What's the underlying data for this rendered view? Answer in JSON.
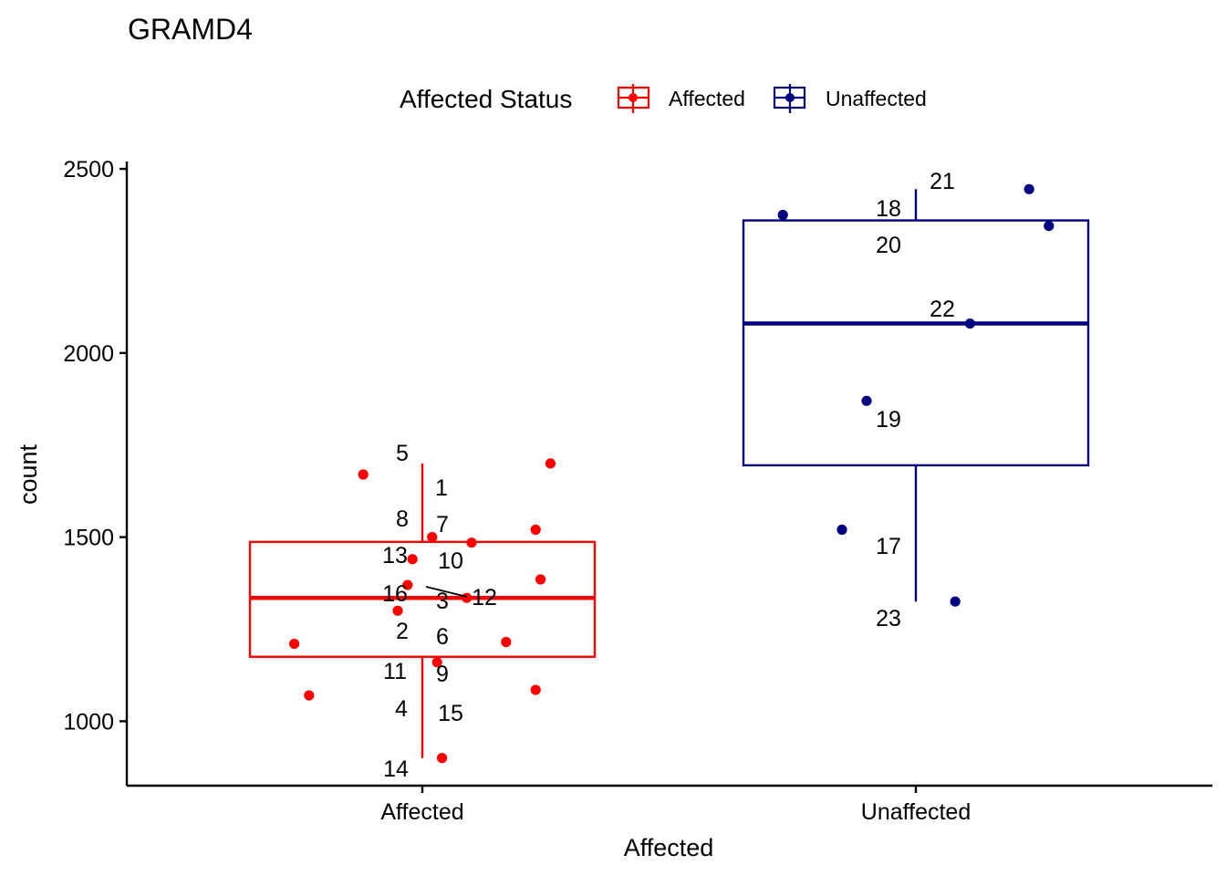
{
  "chart_data": {
    "type": "box",
    "title": "GRAMD4",
    "xlabel": "Affected",
    "ylabel": "count",
    "ylim": [
      825,
      2520
    ],
    "yticks": [
      1000,
      1500,
      2000,
      2500
    ],
    "grid": false,
    "legend": {
      "title": "Affected Status",
      "position": "top",
      "entries": [
        {
          "name": "Affected",
          "color": "#FF0000"
        },
        {
          "name": "Unaffected",
          "color": "#000080"
        }
      ]
    },
    "categories": [
      "Affected",
      "Unaffected"
    ],
    "boxes": [
      {
        "category": "Affected",
        "color": "#FF0000",
        "whisker_low": 900,
        "q1": 1175,
        "median": 1335,
        "q3": 1487,
        "whisker_high": 1700
      },
      {
        "category": "Unaffected",
        "color": "#000080",
        "whisker_low": 1325,
        "q1": 1695,
        "median": 2080,
        "q3": 2360,
        "whisker_high": 2445
      }
    ],
    "points": [
      {
        "label": "1",
        "category": "Affected",
        "y": 1700,
        "jitter": 0.26
      },
      {
        "label": "2",
        "category": "Affected",
        "y": 1300,
        "jitter": -0.05
      },
      {
        "label": "3",
        "category": "Affected",
        "y": 1335,
        "jitter": 0.09
      },
      {
        "label": "4",
        "category": "Affected",
        "y": 1070,
        "jitter": -0.23
      },
      {
        "label": "5",
        "category": "Affected",
        "y": 1670,
        "jitter": -0.12
      },
      {
        "label": "6",
        "category": "Affected",
        "y": 1215,
        "jitter": 0.17
      },
      {
        "label": "7",
        "category": "Affected",
        "y": 1485,
        "jitter": 0.1
      },
      {
        "label": "8",
        "category": "Affected",
        "y": 1500,
        "jitter": 0.02
      },
      {
        "label": "9",
        "category": "Affected",
        "y": 1160,
        "jitter": 0.03
      },
      {
        "label": "10",
        "category": "Affected",
        "y": 1385,
        "jitter": 0.24
      },
      {
        "label": "11",
        "category": "Affected",
        "y": 1210,
        "jitter": -0.26
      },
      {
        "label": "12",
        "category": "Affected",
        "y": 1520,
        "jitter": 0.23
      },
      {
        "label": "13",
        "category": "Affected",
        "y": 1440,
        "jitter": -0.02
      },
      {
        "label": "14",
        "category": "Affected",
        "y": 900,
        "jitter": 0.04
      },
      {
        "label": "15",
        "category": "Affected",
        "y": 1085,
        "jitter": 0.23
      },
      {
        "label": "16",
        "category": "Affected",
        "y": 1370,
        "jitter": -0.03
      },
      {
        "label": "17",
        "category": "Unaffected",
        "y": 1520,
        "jitter": -0.15
      },
      {
        "label": "18",
        "category": "Unaffected",
        "y": 2375,
        "jitter": -0.27
      },
      {
        "label": "19",
        "category": "Unaffected",
        "y": 1870,
        "jitter": -0.1
      },
      {
        "label": "20",
        "category": "Unaffected",
        "y": 2345,
        "jitter": 0.27
      },
      {
        "label": "21",
        "category": "Unaffected",
        "y": 2445,
        "jitter": 0.23
      },
      {
        "label": "22",
        "category": "Unaffected",
        "y": 2080,
        "jitter": 0.11
      },
      {
        "label": "23",
        "category": "Unaffected",
        "y": 1325,
        "jitter": 0.08
      }
    ]
  }
}
